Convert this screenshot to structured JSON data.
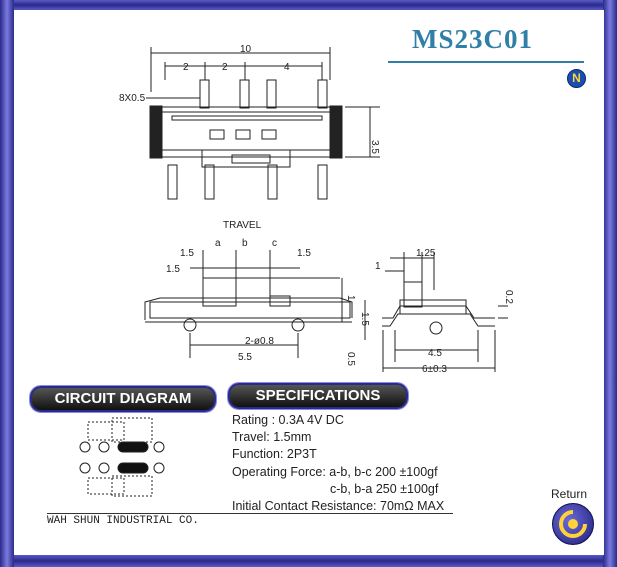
{
  "model": "MS23C01",
  "badge": "N",
  "dims": {
    "top_width": "10",
    "pitch_1": "2",
    "pitch_2": "2",
    "pitch_3": "4",
    "pin_size": "8X0.5",
    "height": "3.5",
    "travel": "TRAVEL",
    "pos_a": "a",
    "pos_b": "b",
    "pos_c": "c",
    "left_1_5_a": "1.5",
    "left_1_5_b": "1.5",
    "right_1_5": "1.5",
    "right_1": "1",
    "side_1_5": "1.5",
    "holes": "2-ø0.8",
    "span_5_5": "5.5",
    "side_0_5": "0.5",
    "r_1_25": "1.25",
    "r_1": "1",
    "r_0_2": "0.2",
    "r_4_5": "4.5",
    "r_6": "6±0.3"
  },
  "circuit_title": "CIRCUIT DIAGRAM",
  "specs_title": "SPECIFICATIONS",
  "specs": {
    "rating": "Rating : 0.3A 4V DC",
    "travel": "Travel: 1.5mm",
    "function": "Function: 2P3T",
    "force1": "Operating Force: a-b, b-c 200 ±100gf",
    "force2": "c-b, b-a 250 ±100gf",
    "resistance": "Initial Contact Resistance: 70mΩ MAX"
  },
  "company": "WAH SHUN INDUSTRIAL CO.",
  "return_label": "Return"
}
